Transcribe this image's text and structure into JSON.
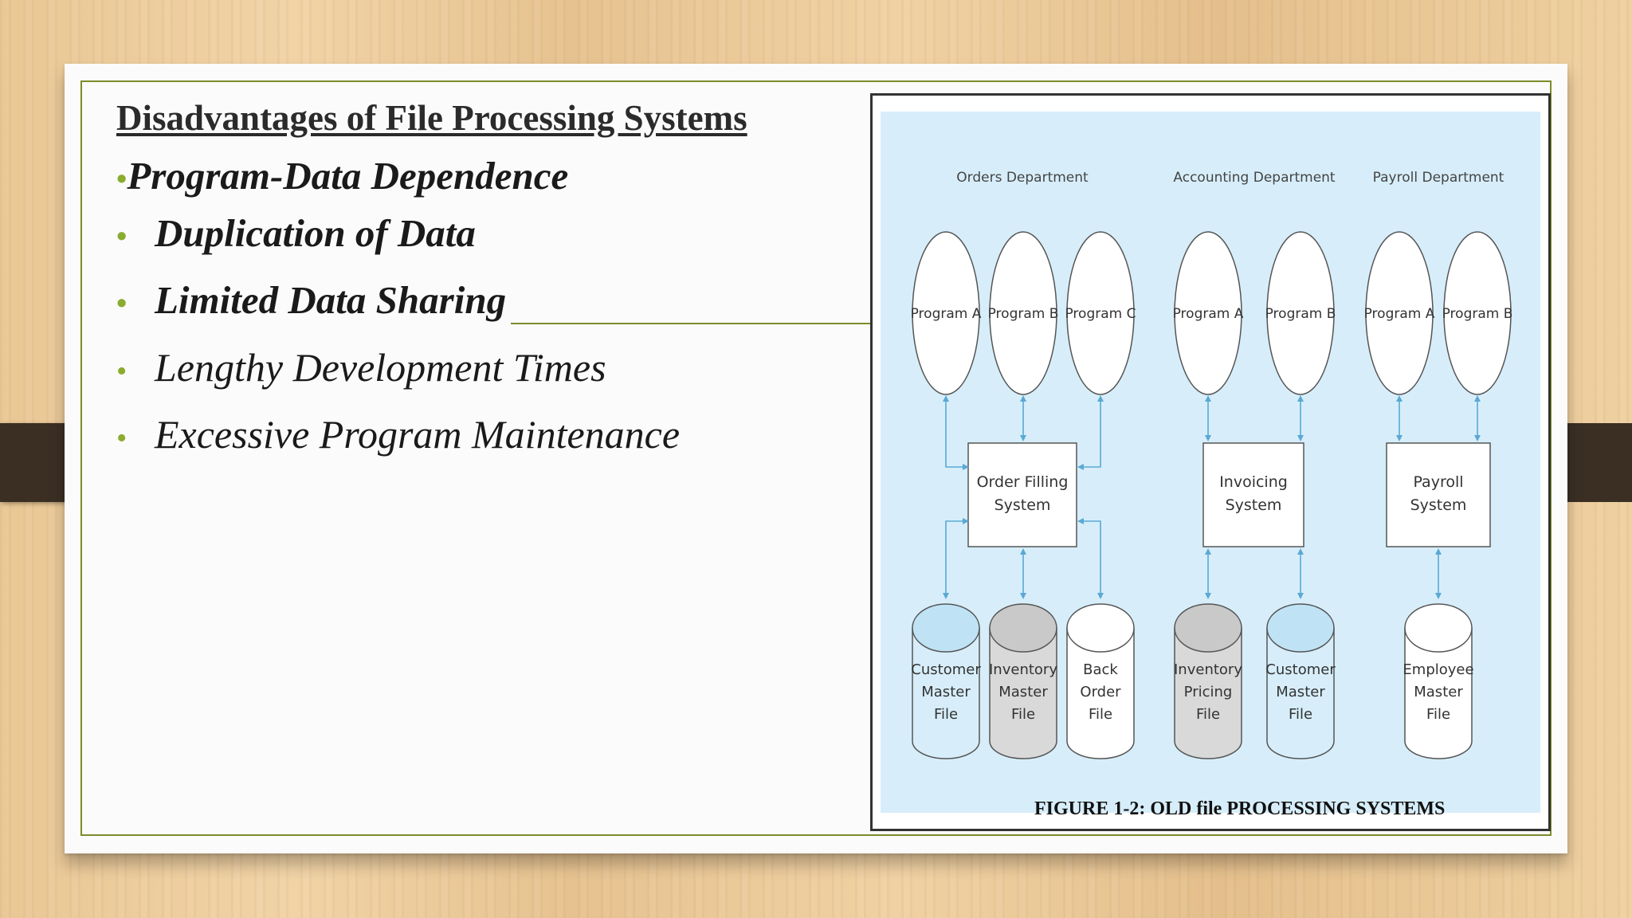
{
  "slide": {
    "title": "Disadvantages of  File Processing Systems",
    "bullets": [
      "Program-Data Dependence",
      "Duplication of Data",
      "Limited Data Sharing",
      "Lengthy Development Times",
      "Excessive Program Maintenance"
    ],
    "bullet_symbol": "•"
  },
  "figure": {
    "caption": "FIGURE 1-2: OLD file PROCESSING SYSTEMS",
    "departments": [
      "Orders Department",
      "Accounting Department",
      "Payroll Department"
    ],
    "programs": {
      "orders": [
        "Program A",
        "Program B",
        "Program C"
      ],
      "accounting": [
        "Program A",
        "Program B"
      ],
      "payroll": [
        "Program A",
        "Program B"
      ]
    },
    "systems": {
      "orders": [
        "Order Filling",
        "System"
      ],
      "accounting": [
        "Invoicing",
        "System"
      ],
      "payroll": [
        "Payroll",
        "System"
      ]
    },
    "files": {
      "customer_master_orders": [
        "Customer",
        "Master",
        "File"
      ],
      "inventory_master": [
        "Inventory",
        "Master",
        "File"
      ],
      "back_order": [
        "Back",
        "Order",
        "File"
      ],
      "inventory_pricing": [
        "Inventory",
        "Pricing",
        "File"
      ],
      "customer_master_accounting": [
        "Customer",
        "Master",
        "File"
      ],
      "employee_master": [
        "Employee",
        "Master",
        "File"
      ]
    }
  },
  "colors": {
    "accent_green": "#7d8b2a",
    "bullet_green": "#8aac2f",
    "figure_background": "#d7eefa",
    "file_blue": "#bfe3f5",
    "file_gray": "#c9c9c9",
    "arrow": "#5aa9d4"
  }
}
